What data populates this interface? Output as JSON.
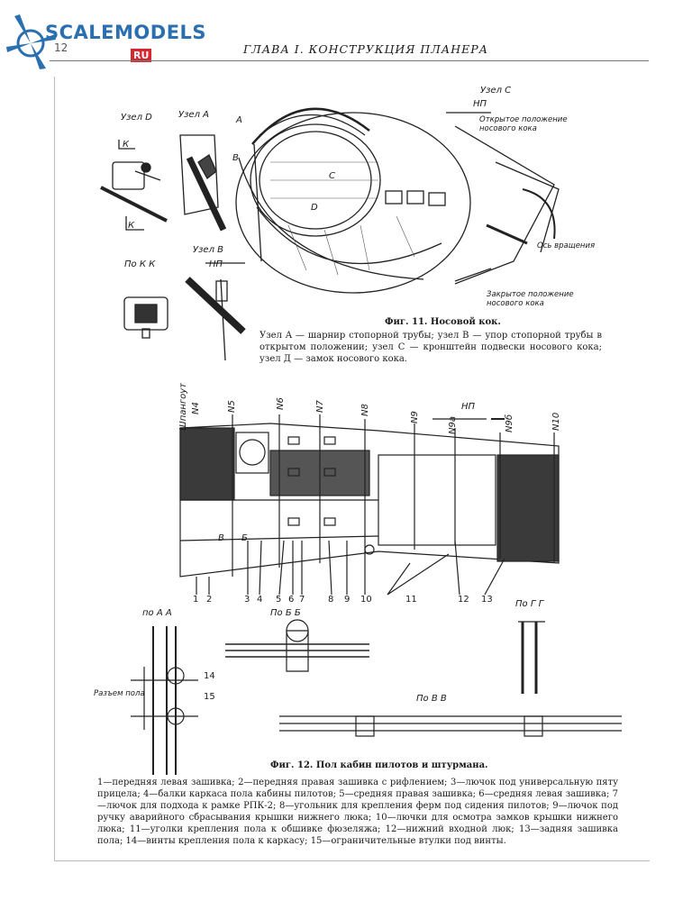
{
  "header": {
    "logo_text": "SCALEMODELS",
    "logo_suffix": "RU",
    "page_number": "12",
    "running_title": "ГЛАВА I. КОНСТРУКЦИЯ ПЛАНЕРА"
  },
  "fig11": {
    "labels": {
      "node_d": "Узел D",
      "node_a": "Узел А",
      "node_c": "Узел С",
      "node_b": "Узел В",
      "po_kk": "По К К",
      "k": "К",
      "np": "НП",
      "a": "А",
      "b": "В",
      "c": "С",
      "d": "D",
      "open_pos": "Открытое положение носового кока",
      "closed_pos": "Закрытое положение носового кока",
      "axis": "Ось вращения"
    },
    "title": "Фиг. 11. Носовой кок.",
    "caption": "Узел A — шарнир стопорной трубы; узел В — упор стопорной трубы в открытом положении; узел С — кронштейн подвески носового кока; узел Д — замок носового кока."
  },
  "fig12": {
    "labels": {
      "frame": "Шпангоут",
      "np": "НП",
      "po_aa": "по А А",
      "po_bb": "По Б Б",
      "po_gg": "По Г Г",
      "po_vv": "По В В",
      "razem": "Разъем пола",
      "b": "Б",
      "v": "В",
      "n14": "14",
      "n15": "15"
    },
    "frames": [
      "N4",
      "N5",
      "N6",
      "N7",
      "N8",
      "N9",
      "N9а",
      "N9б",
      "N10"
    ],
    "callouts": [
      "1",
      "2",
      "3",
      "4",
      "5",
      "6",
      "7",
      "8",
      "9",
      "10",
      "11",
      "12",
      "13"
    ],
    "title": "Фиг. 12. Пол кабин пилотов и штурмана.",
    "caption": "1—передняя левая зашивка; 2—передняя правая зашивка с рифлением; 3—лючок под универсальную пяту прицела; 4—балки каркаса пола кабины пилотов; 5—средняя правая зашивка; 6—средняя левая зашивка; 7—лючок для подхода к рамке РПК-2; 8—угольник для крепления ферм под сидения пилотов; 9—лючок под ручку аварийного сбрасывания крышки нижнего люка; 10—лючки для осмотра замков крышки нижнего люка; 11—уголки крепления пола к обшивке фюзеляжа; 12—нижний входной люк; 13—задняя зашивка пола; 14—винты крепления пола к каркасу; 15—ограничительные втулки под винты."
  }
}
